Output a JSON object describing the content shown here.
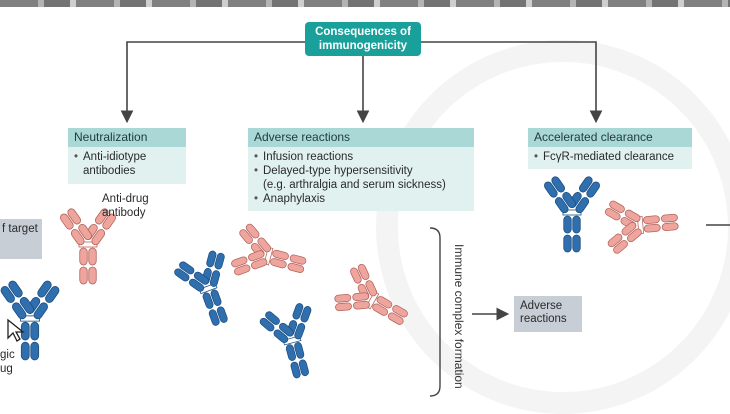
{
  "title": "Consequences of immunogenicity",
  "left_fragment": {
    "line1": "f target",
    "line2": ""
  },
  "left_bottom_fragment": {
    "line1": "gic",
    "line2": "ug"
  },
  "neutralization": {
    "heading": "Neutralization",
    "items": [
      "Anti-idiotype antibodies"
    ]
  },
  "anti_drug_antibody_label": "Anti-drug antibody",
  "adverse_reactions": {
    "heading": "Adverse reactions",
    "items": [
      "Infusion reactions",
      "Delayed-type hypersensitivity",
      "(e.g. arthralgia and serum sickness)",
      "Anaphylaxis"
    ]
  },
  "accelerated_clearance": {
    "heading": "Accelerated clearance",
    "items": [
      "FcγR-mediated clearance"
    ]
  },
  "immune_complex_label": "Immune complex formation",
  "outcome_box": "Adverse reactions",
  "colors": {
    "teal": "#1aa09a",
    "panel_head": "#a9d8d6",
    "panel_body": "#e1f1f0",
    "drug_antibody": "#2f6fae",
    "anti_drug_antibody": "#eda59e",
    "outcome_box": "#c7ced6"
  }
}
